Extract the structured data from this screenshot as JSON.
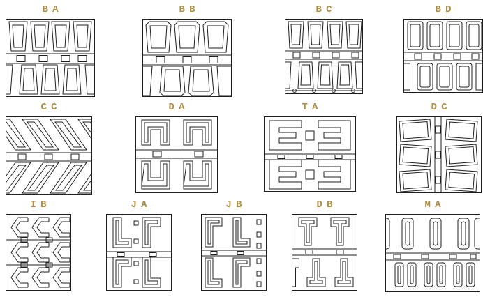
{
  "colors": {
    "label": "#b08e44",
    "line": "#1f1f1f",
    "background": "#ffffff"
  },
  "grid": {
    "rows": [
      {
        "cells": [
          {
            "code": "BA"
          },
          {
            "code": "BB"
          },
          {
            "code": "BC"
          },
          {
            "code": "BD"
          }
        ]
      },
      {
        "cells": [
          {
            "code": "CC"
          },
          {
            "code": "DA"
          },
          {
            "code": "TA"
          },
          {
            "code": "DC"
          }
        ]
      },
      {
        "cells": [
          {
            "code": "IB"
          },
          {
            "code": "JA"
          },
          {
            "code": "JB"
          },
          {
            "code": "DB"
          },
          {
            "code": "MA"
          }
        ]
      }
    ]
  }
}
